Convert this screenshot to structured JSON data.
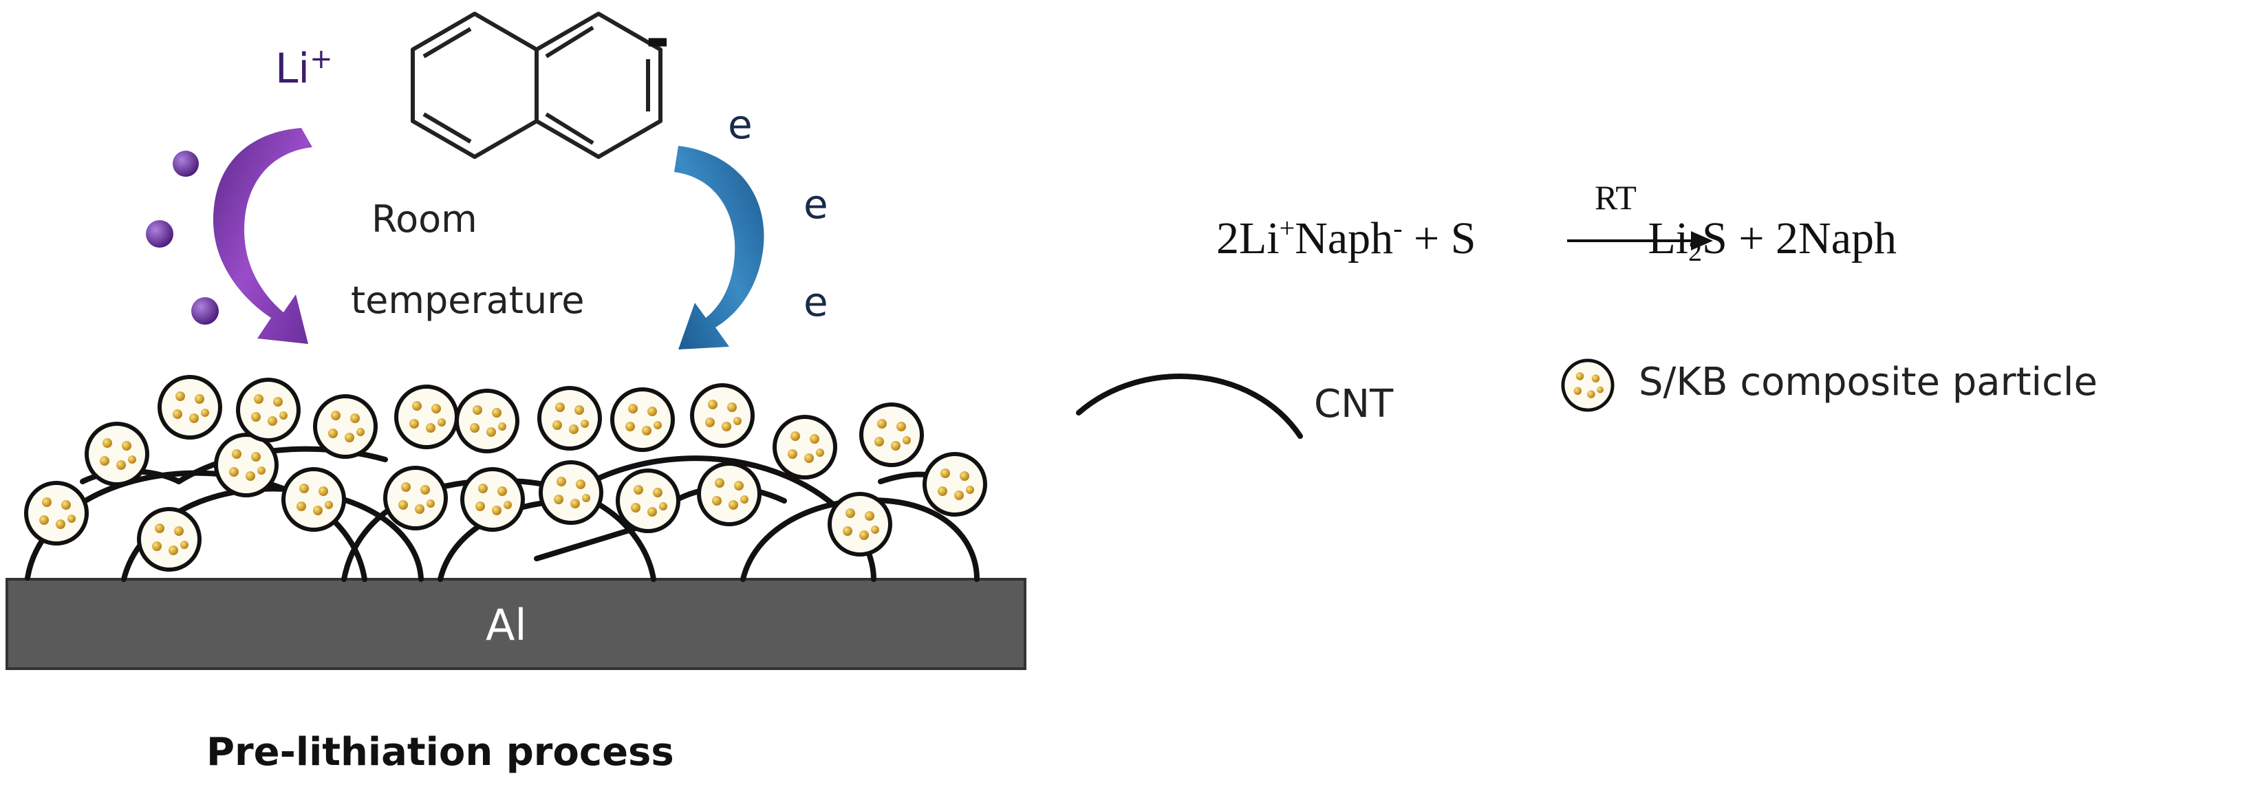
{
  "labels": {
    "li_ion": "Li",
    "li_charge": "+",
    "naph_charge": "-",
    "electron": "e",
    "room": "Room",
    "temperature": "temperature",
    "al": "Al",
    "process_title": "Pre-lithiation process",
    "cnt": "CNT",
    "skb": "S/KB composite particle"
  },
  "reaction": {
    "lhs_coef": "2Li",
    "lhs_sup": "+",
    "lhs_naph": "Naph",
    "lhs_naph_sup": "-",
    "lhs_rest": " + S",
    "condition": "RT",
    "rhs_li": "Li",
    "rhs_sub": "2",
    "rhs_rest": "S + 2Naph"
  },
  "colors": {
    "purple_arrow": "#7a35a8",
    "blue_arrow": "#2470a8",
    "particle_dot": "#d9a81c",
    "particle_fill": "#fdfaf0",
    "al_substrate": "#5a5a5a",
    "ink": "#111111"
  }
}
